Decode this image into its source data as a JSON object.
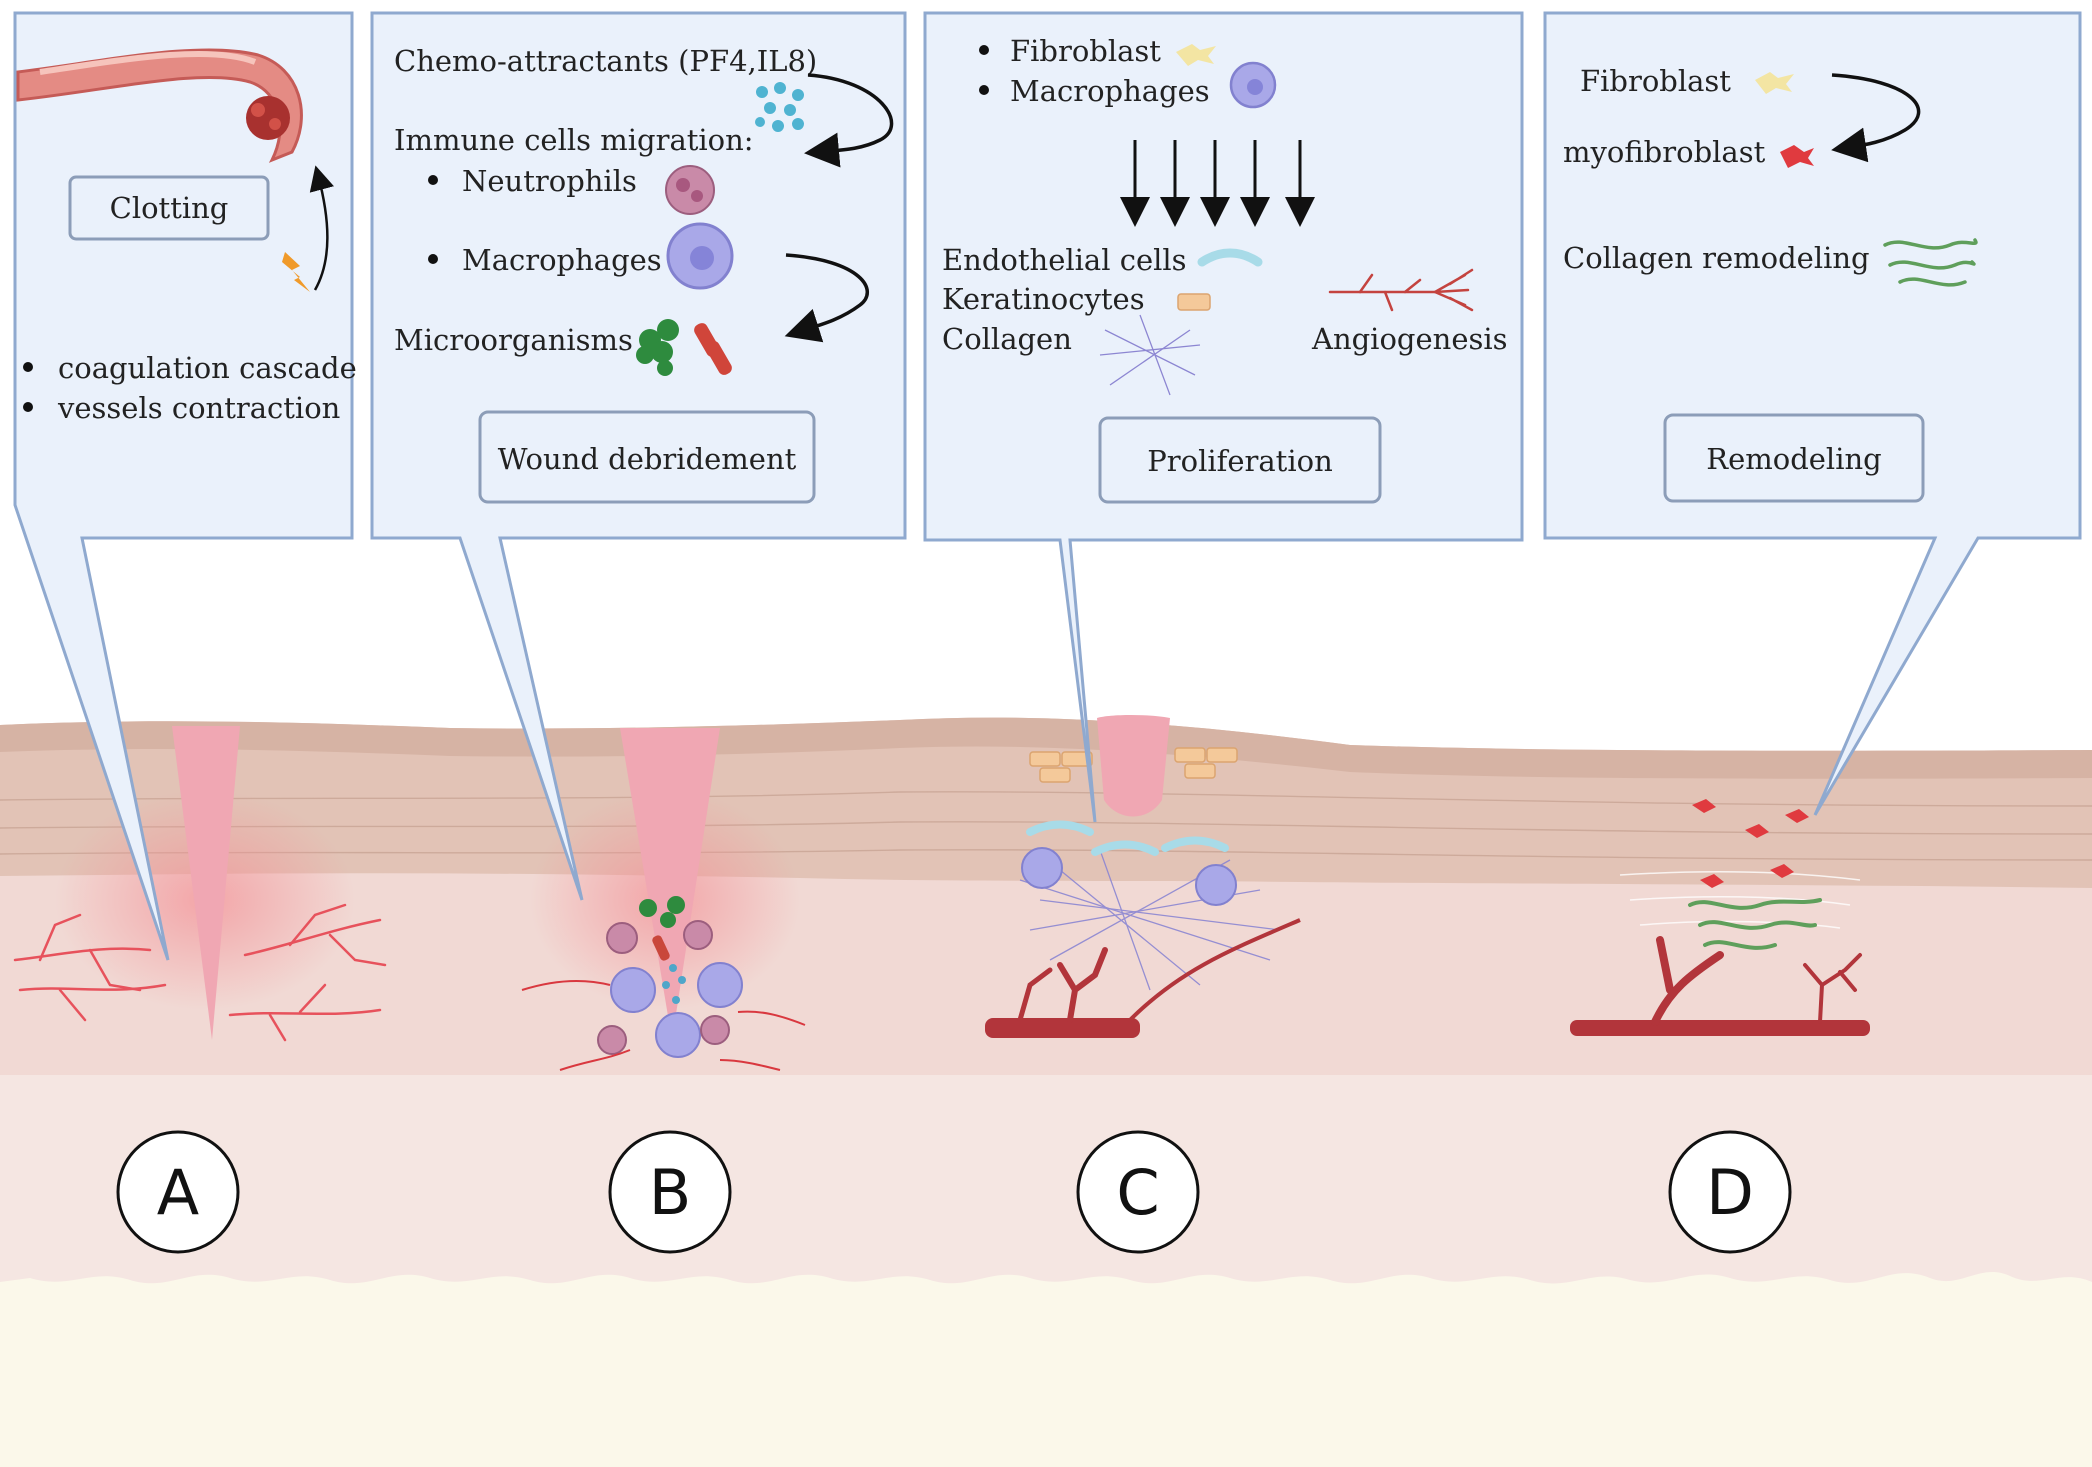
{
  "panel_a": {
    "title": "Clotting",
    "bullets": [
      "coagulation cascade",
      "vessels contraction"
    ]
  },
  "panel_b": {
    "chemo": "Chemo-attractants (PF4,IL8)",
    "migration": "Immune cells migration:",
    "neutrophils": "Neutrophils",
    "macrophages": "Macrophages",
    "microorganisms": "Microorganisms",
    "title": "Wound debridement"
  },
  "panel_c": {
    "fibroblast": "Fibroblast",
    "macrophages": "Macrophages",
    "endothelial": "Endothelial cells",
    "keratinocytes": "Keratinocytes",
    "collagen": "Collagen",
    "angiogenesis": "Angiogenesis",
    "title": "Proliferation"
  },
  "panel_d": {
    "fibroblast": "Fibroblast",
    "myofibroblast": "myofibroblast",
    "collagen": "Collagen remodeling",
    "title": "Remodeling"
  },
  "stages": [
    "A",
    "B",
    "C",
    "D"
  ],
  "colors": {
    "panel_fill": "#eaf1fb",
    "panel_stroke": "#8fa9cf",
    "dermis": "#f1d9d4",
    "epidermis": "#e2c3b6",
    "hypodermis": "#fbf8ea",
    "vessel": "#b2353b",
    "wound": "#f0a7b3",
    "macrophage": "#a9a8e8",
    "neutrophil": "#c98aa8",
    "microbe": "#2e8b3e"
  }
}
